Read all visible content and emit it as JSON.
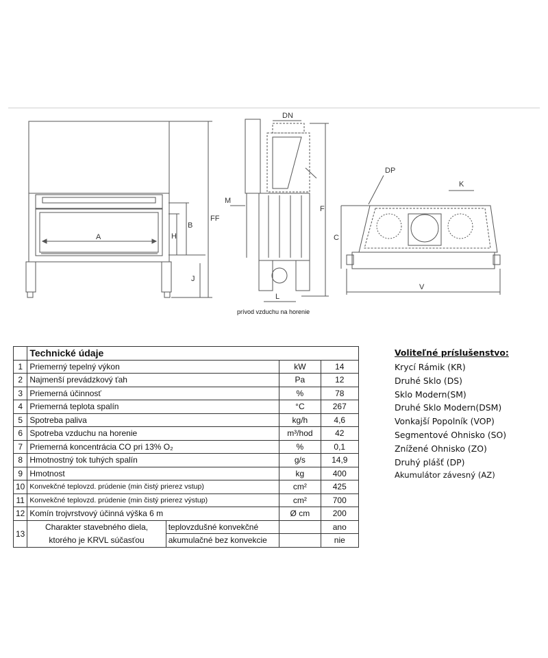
{
  "drawing": {
    "labels": {
      "dn": "DN",
      "dp": "DP",
      "k": "K",
      "m": "M",
      "a": "A",
      "h": "H",
      "b": "B",
      "ff": "FF",
      "j": "J",
      "f": "F",
      "l": "L",
      "c": "C",
      "v": "V"
    },
    "caption": "prívod vzduchu na horenie"
  },
  "table": {
    "title": "Technické údaje",
    "rows": [
      {
        "n": "1",
        "label": "Priemerný tepelný výkon",
        "unit": "kW",
        "value": "14"
      },
      {
        "n": "2",
        "label": "Najmenší prevádzkový ťah",
        "unit": "Pa",
        "value": "12"
      },
      {
        "n": "3",
        "label": "Priemerná účinnosť",
        "unit": "%",
        "value": "78"
      },
      {
        "n": "4",
        "label": "Priemerná teplota spalín",
        "unit": "°C",
        "value": "267"
      },
      {
        "n": "5",
        "label": "Spotreba paliva",
        "unit": "kg/h",
        "value": "4,6"
      },
      {
        "n": "6",
        "label": "Spotreba vzduchu na horenie",
        "unit": "m³/hod",
        "value": "42"
      },
      {
        "n": "7",
        "label": "Priemerná koncentrácia CO pri 13% O₂",
        "unit": "%",
        "value": "0,1"
      },
      {
        "n": "8",
        "label": "Hmotnostný tok tuhých spalín",
        "unit": "g/s",
        "value": "14,9"
      },
      {
        "n": "9",
        "label": "Hmotnost",
        "unit": "kg",
        "value": "400"
      },
      {
        "n": "10",
        "label": "Konvekčné teplovzd. prúdenie (min čistý prierez vstup)",
        "unit": "cm²",
        "value": "425"
      },
      {
        "n": "11",
        "label": "Konvekčné teplovzd. prúdenie (min čistý prierez výstup)",
        "unit": "cm²",
        "value": "700"
      },
      {
        "n": "12",
        "label": "Komín trojvrstvový účinná výška 6 m",
        "unit": "Ø cm",
        "value": "200"
      }
    ],
    "row13": {
      "n": "13",
      "label_line1": "Charakter stavebného diela,",
      "label_line2": "ktorého je KRVL súčasťou",
      "sub1": "teplovzdušné konvekčné",
      "val1": "ano",
      "sub2": "akumulačné bez konvekcie",
      "val2": "nie"
    }
  },
  "accessories": {
    "title": "Voliteľné príslušenstvo:",
    "items": [
      "Krycí Rámik (KR)",
      "Druhé Sklo (DS)",
      "Sklo Modern(SM)",
      "Druhé Sklo Modern(DSM)",
      "Vonkajší Popolník (VOP)",
      "Segmentové Ohnisko (SO)",
      "Znížené Ohnisko (ZO)",
      "Druhý plášť  (DP)",
      "Akumulátor závesný (AZ)"
    ]
  }
}
